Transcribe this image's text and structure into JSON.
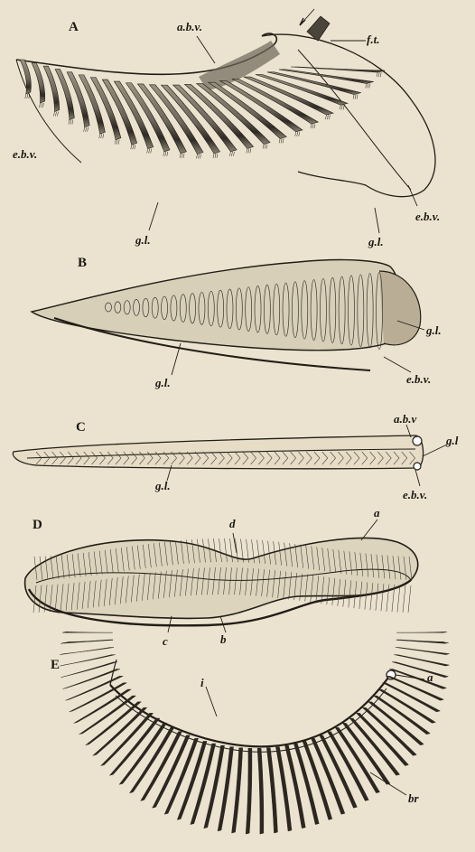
{
  "figures": {
    "A": {
      "letter": "A",
      "labels": {
        "abv": "a.b.v.",
        "ft": "f.t.",
        "ebv_left": "e.b.v.",
        "ebv_right": "e.b.v.",
        "gl_left": "g.l.",
        "gl_right": "g.l."
      }
    },
    "B": {
      "letter": "B",
      "labels": {
        "gl_left": "g.l.",
        "gl_right": "g.l.",
        "ebv": "e.b.v."
      }
    },
    "C": {
      "letter": "C",
      "labels": {
        "abv": "a.b.v",
        "gl_right": "g.l",
        "gl_left": "g.l.",
        "ebv": "e.b.v."
      }
    },
    "D": {
      "letter": "D",
      "labels": {
        "a": "a",
        "b": "b",
        "c": "c",
        "d": "d"
      }
    },
    "E": {
      "letter": "E",
      "labels": {
        "a": "a",
        "i": "i",
        "br": "br"
      }
    }
  }
}
